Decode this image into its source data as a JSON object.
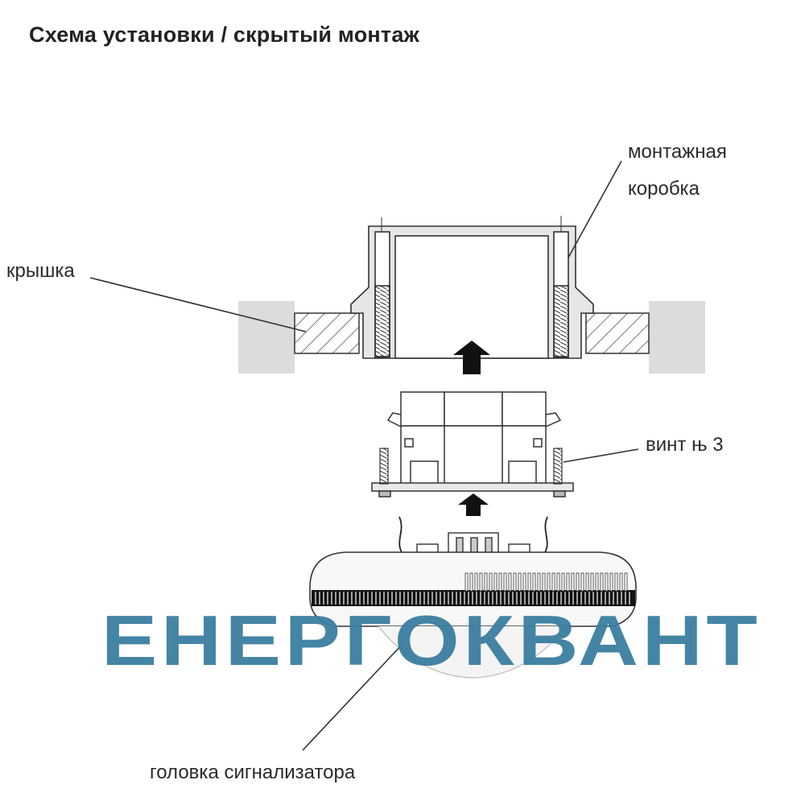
{
  "title": "Схема установки / скрытый монтаж",
  "labels": {
    "mounting_box_line1": "монтажная",
    "mounting_box_line2": "коробка",
    "cover": "крышка",
    "screw": "винт њ 3",
    "detector_head": "головка сигнализатора"
  },
  "watermark": "ЕНЕРГОКВАНТ",
  "colors": {
    "text": "#2a2a2a",
    "watermark": "#3b7ea0",
    "wall": "#dcdcdc",
    "line": "#333333"
  }
}
